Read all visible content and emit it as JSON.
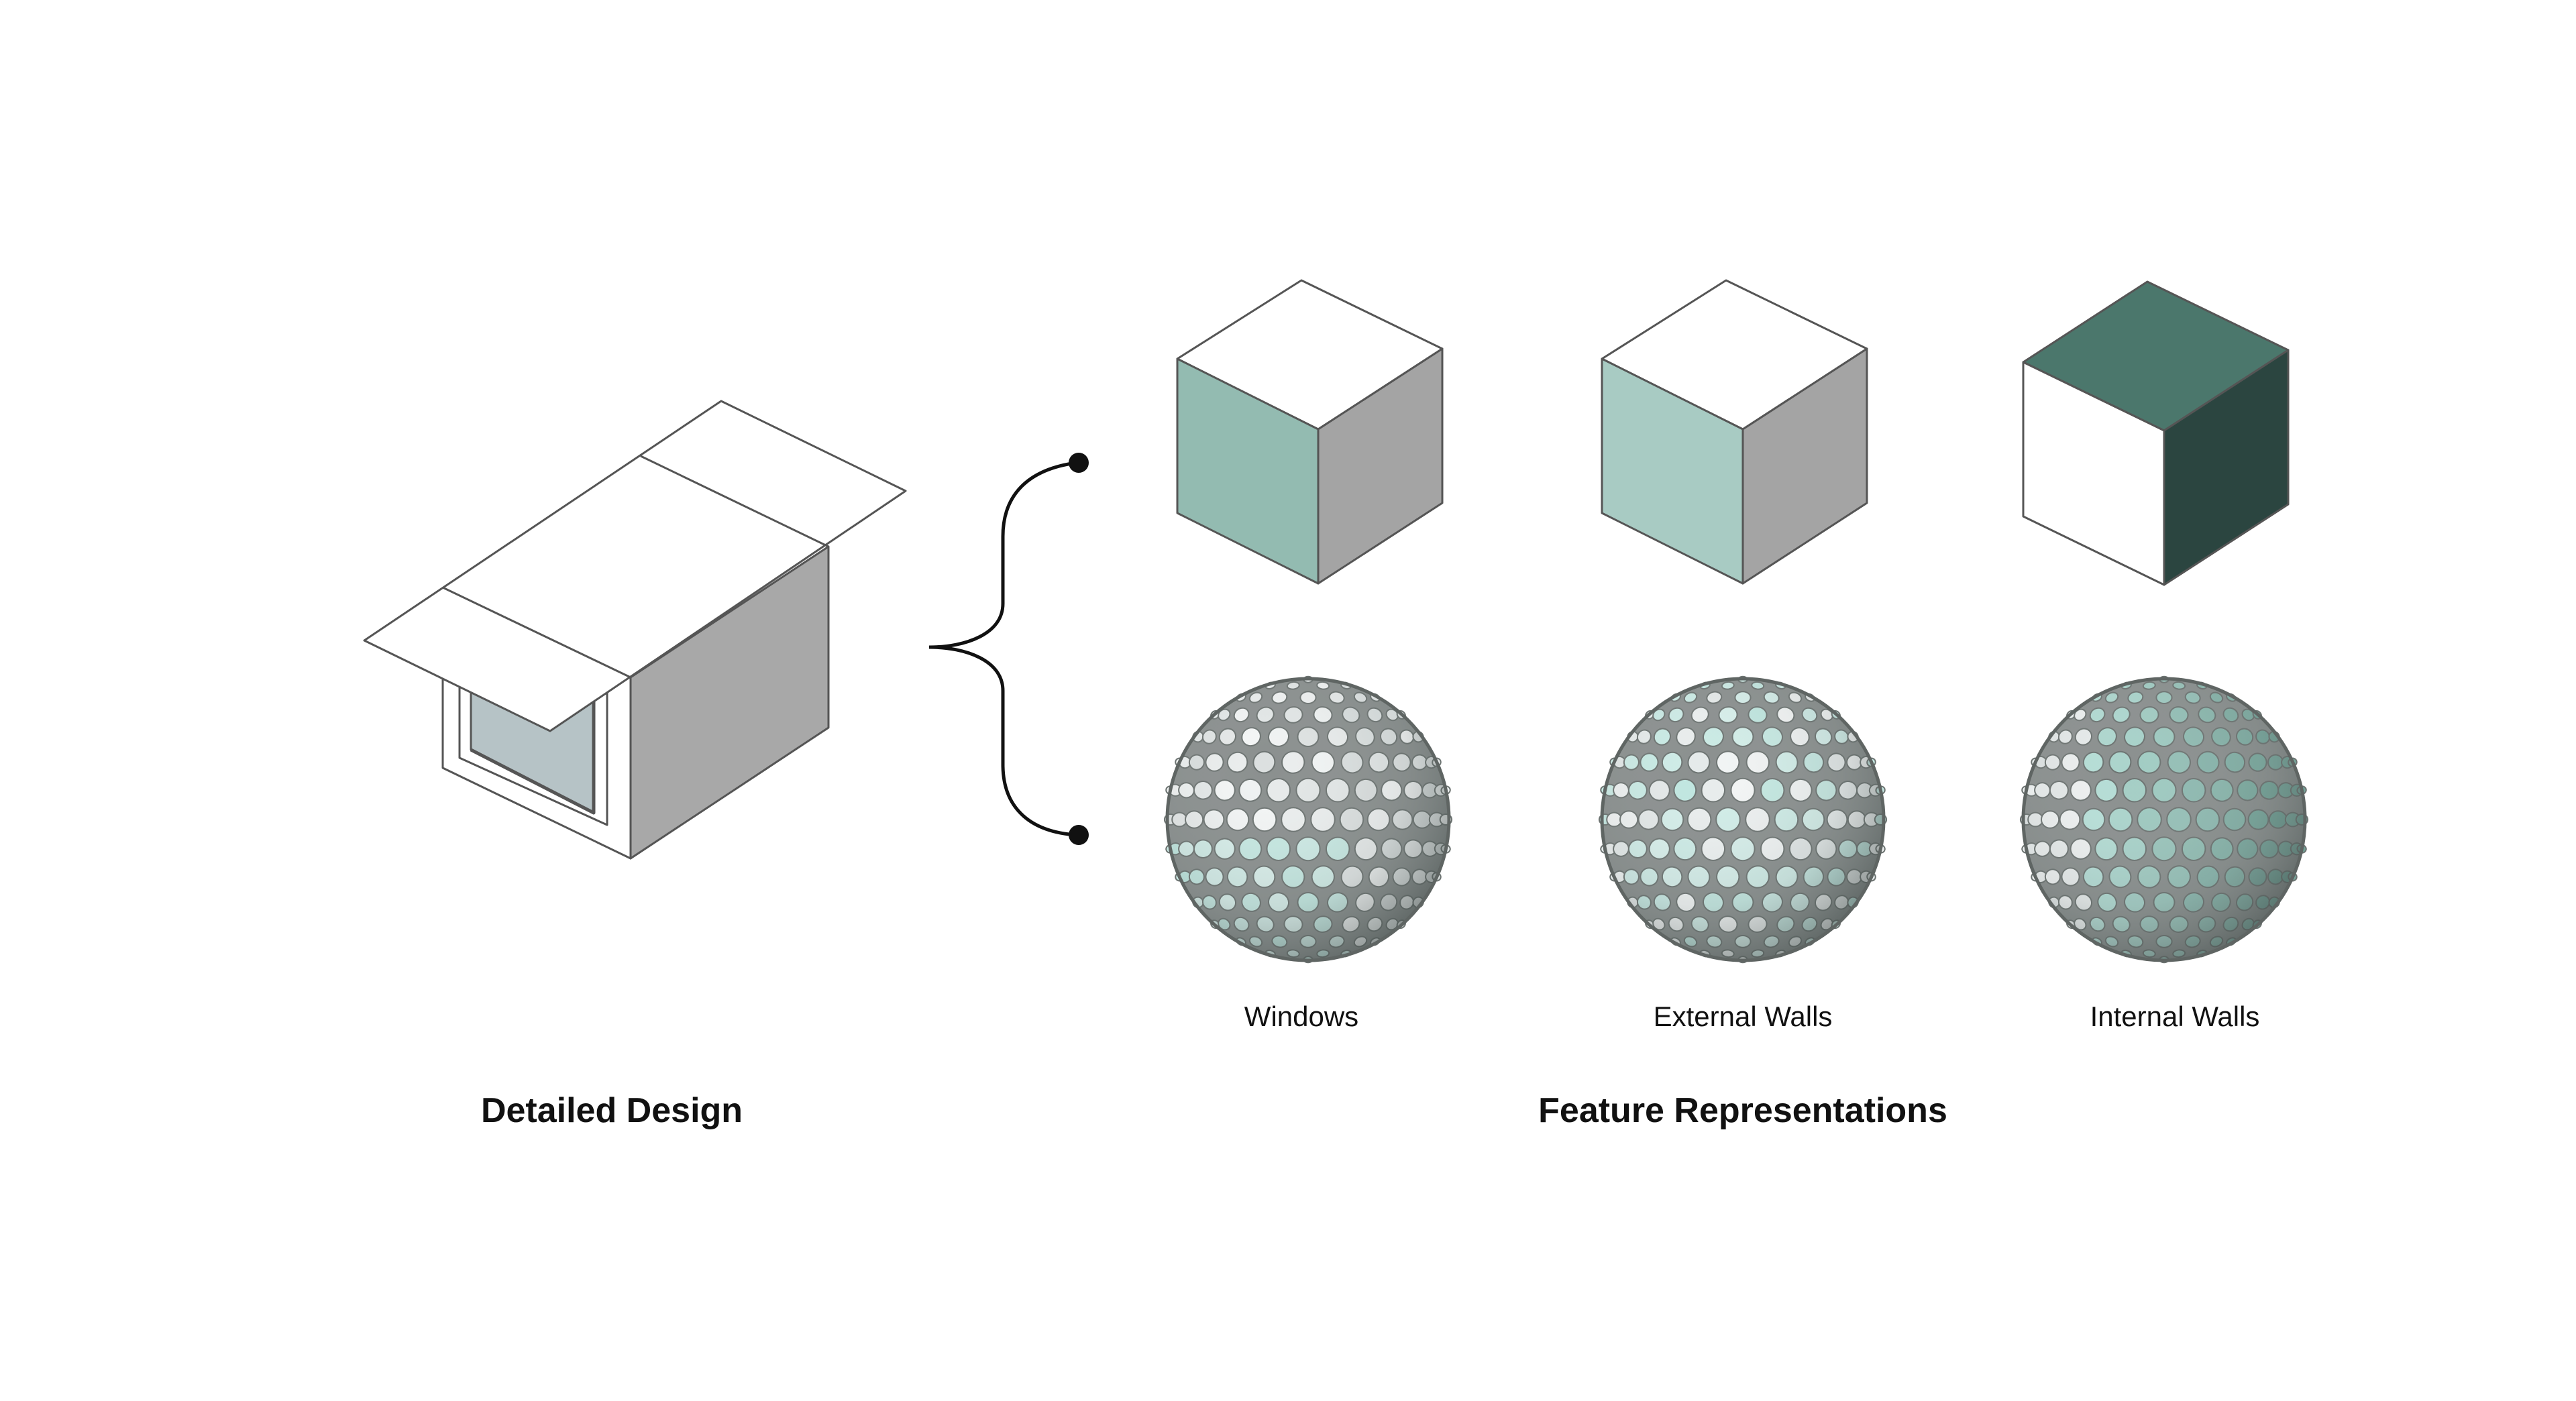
{
  "labels": {
    "detailed_design": "Detailed Design",
    "feature_representations": "Feature Representations",
    "features": [
      "Windows",
      "External Walls",
      "Internal Walls"
    ]
  },
  "colors": {
    "outline": "#555555",
    "building_side": "#a8a8a8",
    "building_glass": "#b6c3c6",
    "windows_cube_left": "#93bbb1",
    "windows_cube_right": "#a4a4a4",
    "external_cube_left": "#a8cbc3",
    "external_cube_right": "#a4a4a4",
    "internal_cube_top": "#4b776c",
    "internal_cube_right": "#2b4540",
    "sphere_disc_light": "#f4f6f6",
    "sphere_disc_mint": "#bfe6df",
    "sphere_disc_teal": "#6f9f94",
    "sphere_frame": "#8a8f8e",
    "brace": "#111111"
  },
  "icons": [
    "building-icon",
    "brace-connector-icon",
    "cube-icon",
    "sphere-icon"
  ]
}
